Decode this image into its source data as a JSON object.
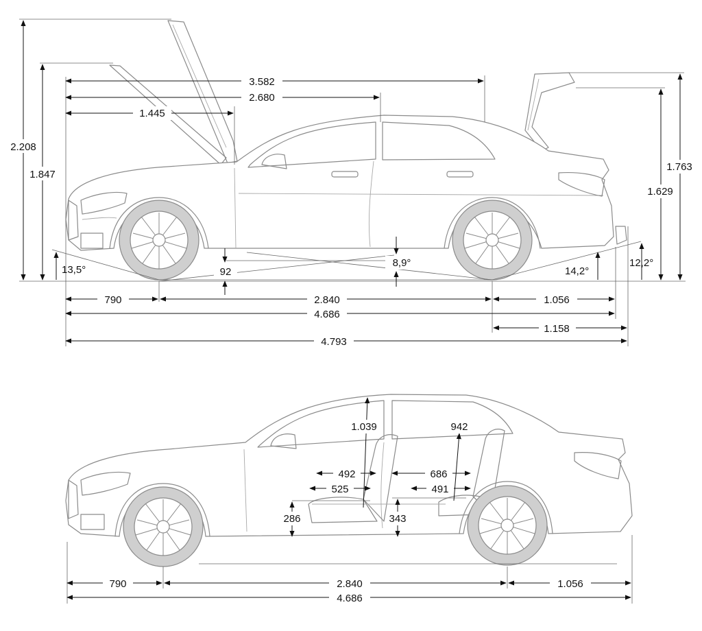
{
  "top_view": {
    "dimensions": {
      "lift_height": "2.208",
      "hood_height": "1.847",
      "overall_hood": "3.582",
      "to_pillar": "2.680",
      "to_hood_hinge": "1.445",
      "trunk_height": "1.763",
      "trunk_open_height": "1.629",
      "approach_angle": "13,5°",
      "ground_clearance": "92",
      "ramp_angle": "8,9°",
      "departure_angle": "14,2°",
      "rear_angle": "12,2°",
      "front_overhang": "790",
      "wheelbase": "2.840",
      "rear_overhang": "1.056",
      "length": "4.686",
      "rear_to_tow": "1.158",
      "length_with_tow": "4.793"
    }
  },
  "bottom_view": {
    "dimensions": {
      "front_headroom": "1.039",
      "rear_headroom": "942",
      "front_seat_a": "492",
      "front_seat_b": "525",
      "rear_seat_a": "686",
      "rear_seat_b": "491",
      "front_seat_height": "286",
      "rear_seat_height": "343",
      "front_overhang": "790",
      "wheelbase": "2.840",
      "rear_overhang": "1.056",
      "length": "4.686"
    }
  }
}
